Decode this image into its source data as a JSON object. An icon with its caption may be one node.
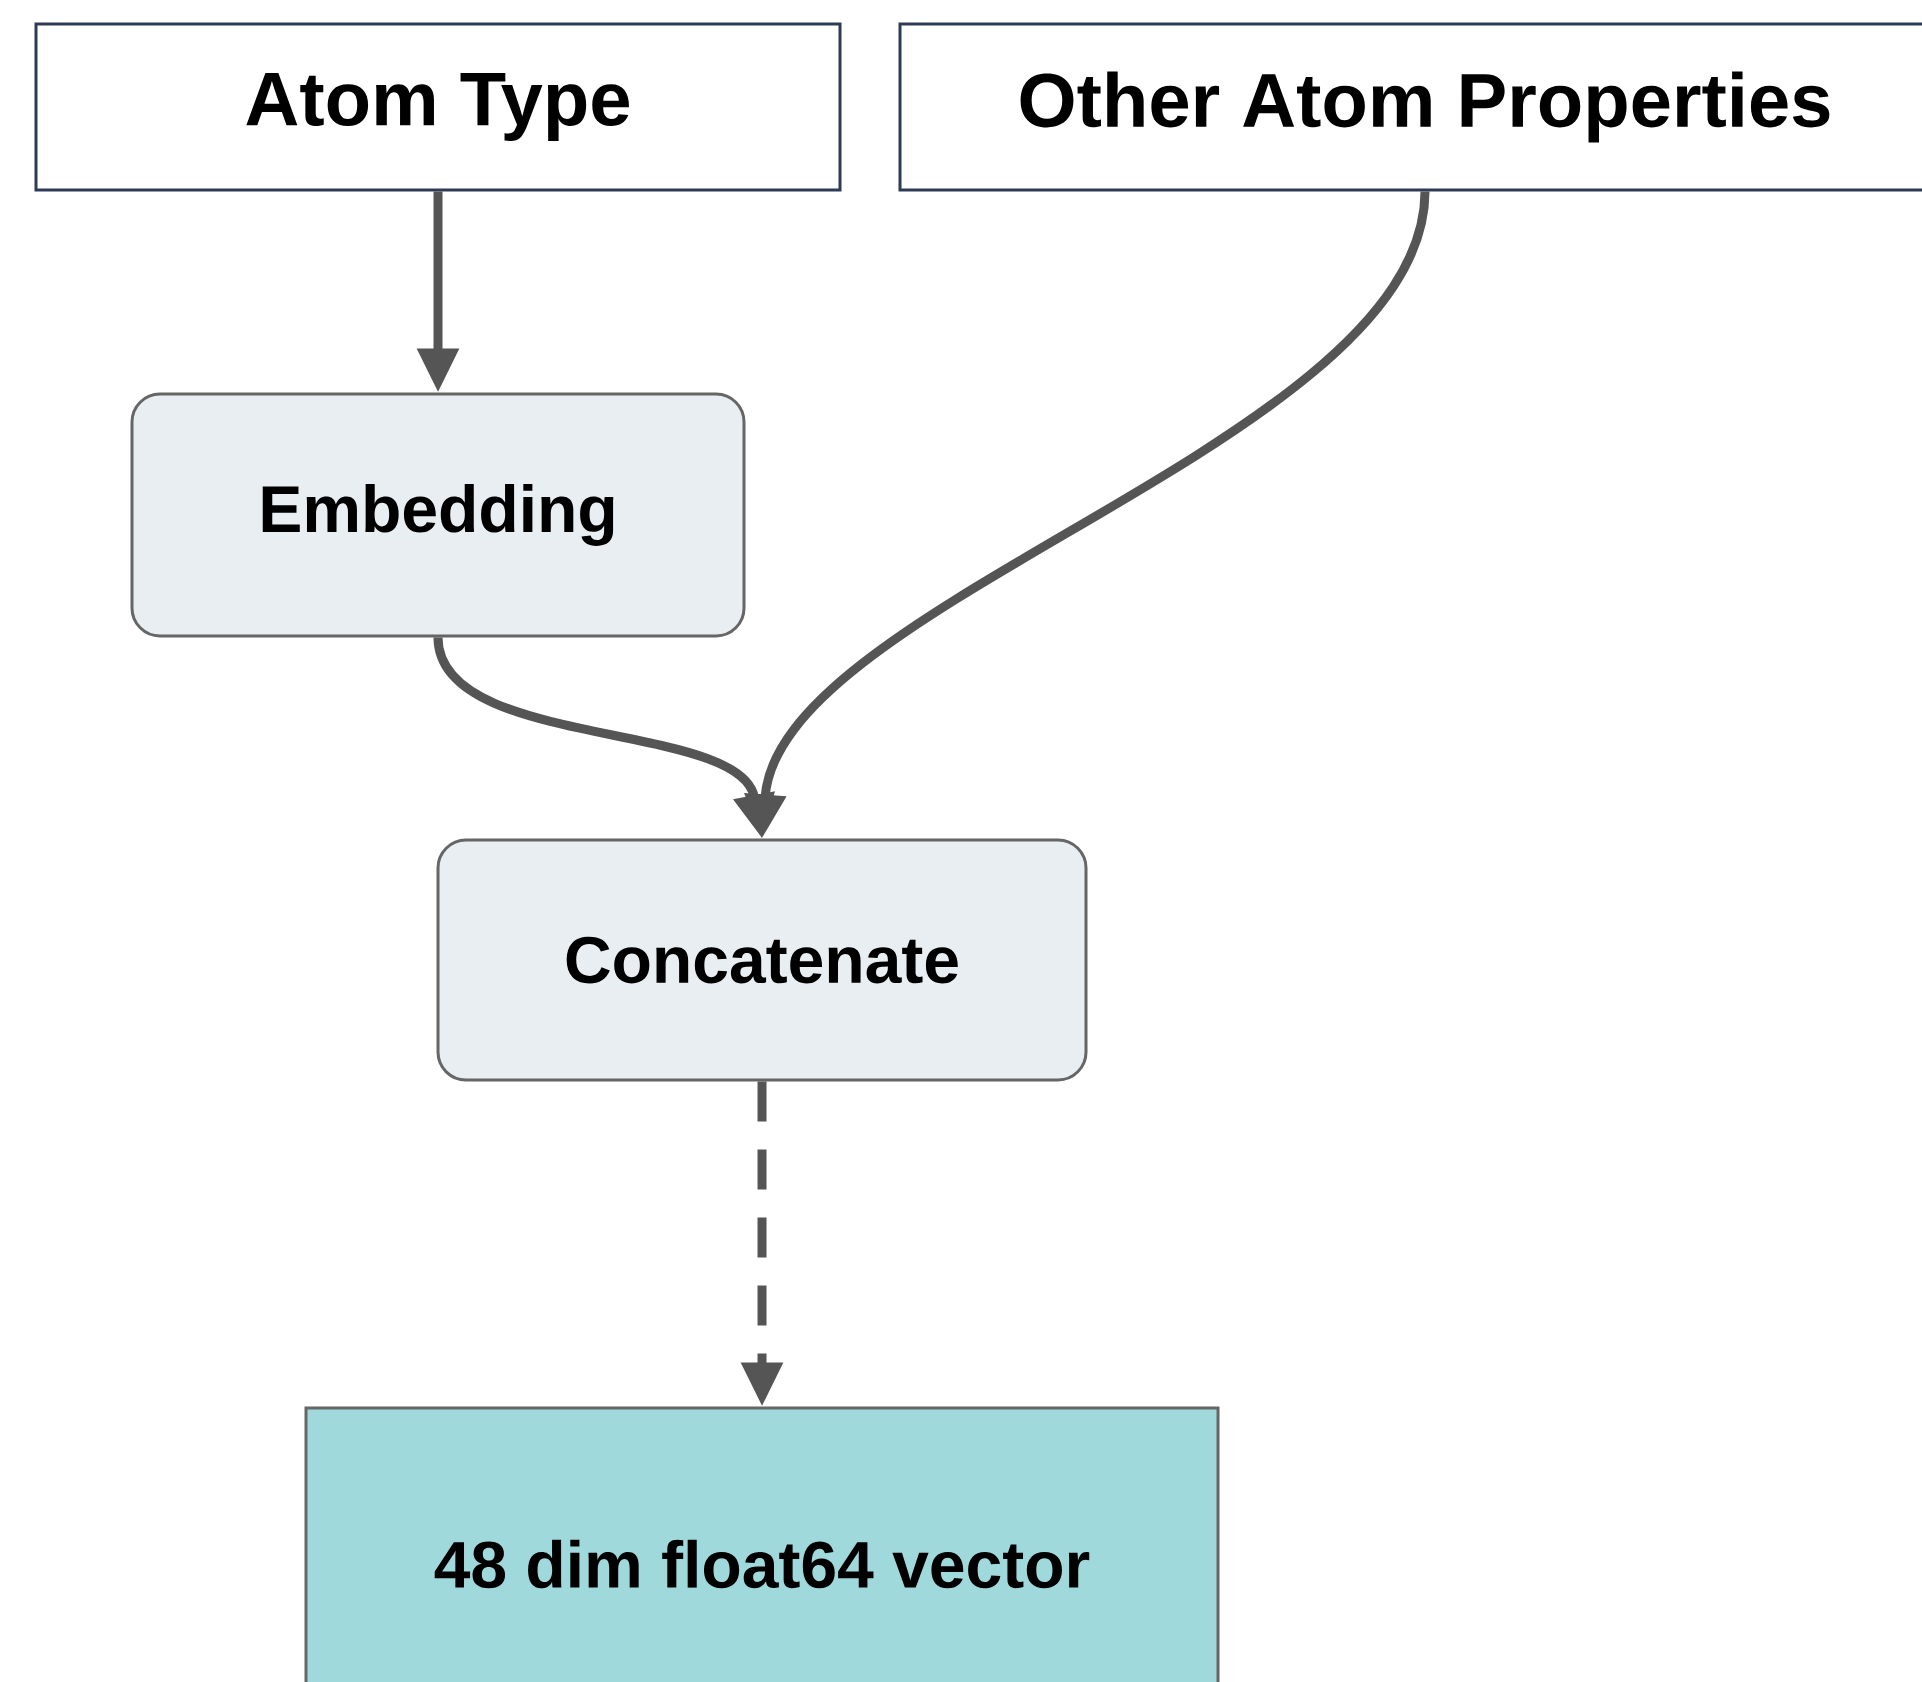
{
  "diagram": {
    "nodes": [
      {
        "text": [
          "Atom Type"
        ]
      },
      {
        "text": [
          "Other Atom Properties"
        ]
      },
      {
        "text": [
          "Embedding"
        ]
      },
      {
        "text": [
          "Concatenate"
        ]
      },
      {
        "text": [
          "48 dim float64 vector"
        ]
      }
    ],
    "edges": [
      {
        "from": 0,
        "to": 2,
        "arrow": "to"
      },
      {
        "from": 1,
        "to": 3,
        "arrow": "to"
      },
      {
        "from": 2,
        "to": 3,
        "arrow": "to"
      },
      {
        "from": 3,
        "to": 4,
        "arrow": "to",
        "style": "dashed"
      }
    ]
  }
}
